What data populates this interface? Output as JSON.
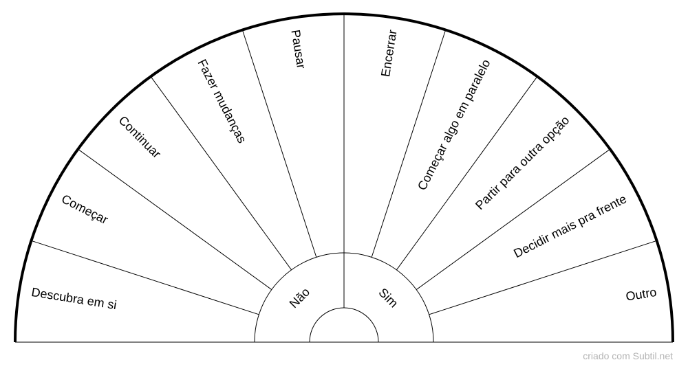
{
  "chart": {
    "left_segments": [
      "Descubra em si",
      "Começar",
      "Continuar",
      "Fazer mudanças",
      "Pausar"
    ],
    "right_segments": [
      "Encerrar",
      "Começar algo em paralelo",
      "Partir para outra opção",
      "Decidir mais pra frente",
      "Outro"
    ],
    "inner_left": "Não",
    "inner_right": "Sim"
  },
  "watermark": "criado com Subtil.net"
}
